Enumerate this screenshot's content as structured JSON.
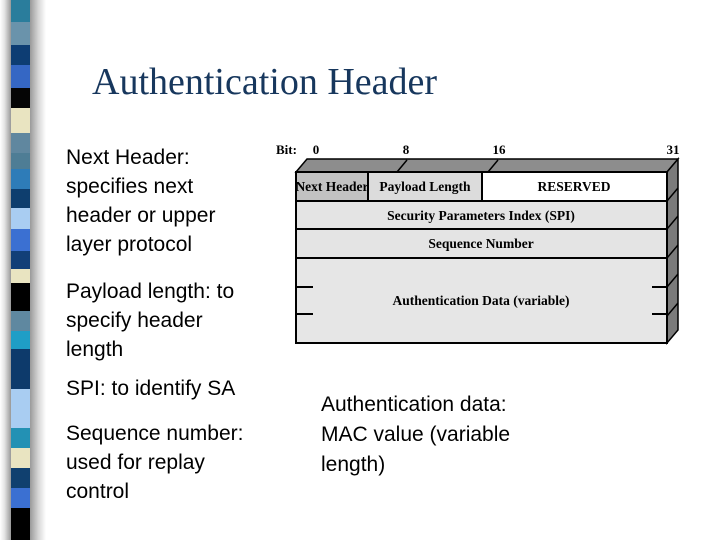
{
  "slide": {
    "title": "Authentication Header"
  },
  "bullets": [
    "Next Header: specifies next header or upper layer protocol",
    "Payload length: to specify header length",
    "SPI: to identify SA",
    "Sequence number: used for replay control"
  ],
  "note": "Authentication data: MAC value (variable length)",
  "diagram": {
    "bit_label": "Bit:",
    "bit_ticks": [
      "0",
      "8",
      "16",
      "31"
    ],
    "fields": {
      "next_header": "Next Header",
      "payload_length": "Payload Length",
      "reserved": "RESERVED",
      "spi": "Security Parameters Index (SPI)",
      "sequence_number": "Sequence Number",
      "auth_data": "Authentication Data (variable)"
    }
  },
  "colors": {
    "title": "#17375d",
    "body_text": "#000000",
    "cell_next_header": "#c2c2c2",
    "cell_payload_length": "#dcdcdc",
    "cell_reserved": "#ffffff",
    "cell_spi": "#e4e4e4",
    "cell_sequence_number": "#e4e4e4",
    "cell_auth_data": "#e6e6e6",
    "bevel_top": "#8d8d8d",
    "bevel_side": "#7b7b7b",
    "diagram_border": "#000000"
  },
  "decor": {
    "strip_tiles": [
      {
        "color": "#2a7d9c",
        "h": 22
      },
      {
        "color": "#6a93ab",
        "h": 23
      },
      {
        "color": "#0d3d73",
        "h": 20
      },
      {
        "color": "#3567c4",
        "h": 23
      },
      {
        "color": "#050505",
        "h": 20
      },
      {
        "color": "#e9e4c1",
        "h": 25
      },
      {
        "color": "#60879f",
        "h": 20
      },
      {
        "color": "#4e7d95",
        "h": 16
      },
      {
        "color": "#2e7cb8",
        "h": 20
      },
      {
        "color": "#0e3e6e",
        "h": 19
      },
      {
        "color": "#a9cdf2",
        "h": 21
      },
      {
        "color": "#3b70d2",
        "h": 22
      },
      {
        "color": "#123f77",
        "h": 18
      },
      {
        "color": "#e9e4c1",
        "h": 14
      },
      {
        "color": "#000000",
        "h": 28
      },
      {
        "color": "#5f88a0",
        "h": 20
      },
      {
        "color": "#1f9ec6",
        "h": 18
      },
      {
        "color": "#0d3a6b",
        "h": 40
      },
      {
        "color": "#a9cdf2",
        "h": 39
      },
      {
        "color": "#2391b4",
        "h": 20
      },
      {
        "color": "#e9e4c1",
        "h": 20
      },
      {
        "color": "#10406f",
        "h": 20
      },
      {
        "color": "#3b70d2",
        "h": 20
      },
      {
        "color": "#000000",
        "h": 33
      }
    ]
  }
}
